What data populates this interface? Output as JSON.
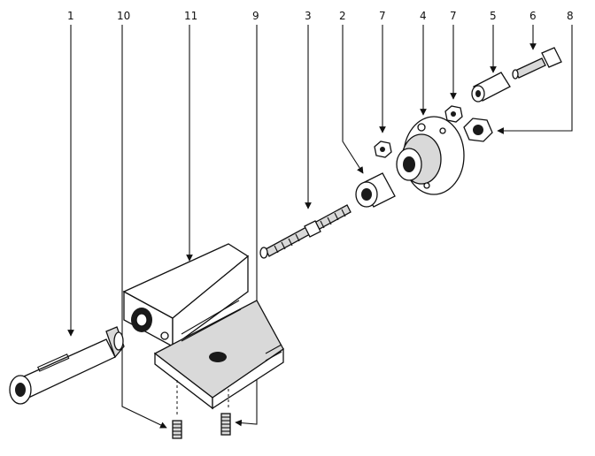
{
  "callouts": [
    {
      "id": "c1",
      "label": "1"
    },
    {
      "id": "c10",
      "label": "10"
    },
    {
      "id": "c11",
      "label": "11"
    },
    {
      "id": "c9",
      "label": "9"
    },
    {
      "id": "c3",
      "label": "3"
    },
    {
      "id": "c2",
      "label": "2"
    },
    {
      "id": "c7a",
      "label": "7"
    },
    {
      "id": "c4",
      "label": "4"
    },
    {
      "id": "c7b",
      "label": "7"
    },
    {
      "id": "c5",
      "label": "5"
    },
    {
      "id": "c6",
      "label": "6"
    },
    {
      "id": "c8",
      "label": "8"
    }
  ]
}
